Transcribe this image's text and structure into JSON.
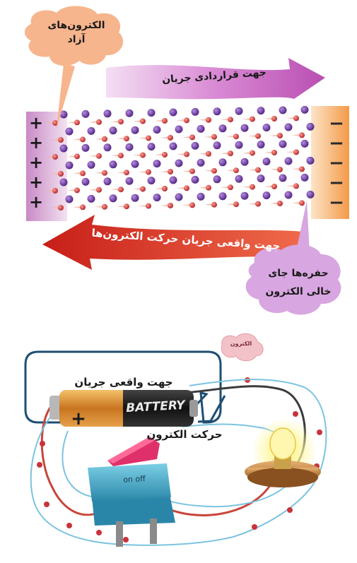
{
  "top_diagram": {
    "free_electrons_label": "الکترون‌های آزاد",
    "conventional_current_label": "جهت قراردادی جریان",
    "real_current_label": "جهت واقعی جریان حرکت الکترون‌ها",
    "holes_label": "حفره‌ها جای خالی الکترون",
    "plus_sign": "+",
    "minus_sign": "−",
    "colors": {
      "positive_panel": "#d9a0d6",
      "negative_panel": "#f2a45a",
      "conventional_arrow": "#c85fc0",
      "real_arrow": "#d92820",
      "hole_dot": "#5a2b8c",
      "electron_dot": "#c8343a"
    }
  },
  "circuit": {
    "callout_text": "جهت واقعی جریان",
    "electron_motion_label": "حرکت الکترون",
    "battery_label": "BATTERY",
    "battery_plus": "+",
    "switch_label": "on  off",
    "electron_cloud_label": "الکترون",
    "colors": {
      "battery_body": "#1f1f1f",
      "battery_band": "#d8892a",
      "switch_body": "#3fa6c7",
      "switch_rocker": "#e0306b",
      "wire": "#c9453a",
      "flow_line": "#7cc3e0"
    }
  }
}
